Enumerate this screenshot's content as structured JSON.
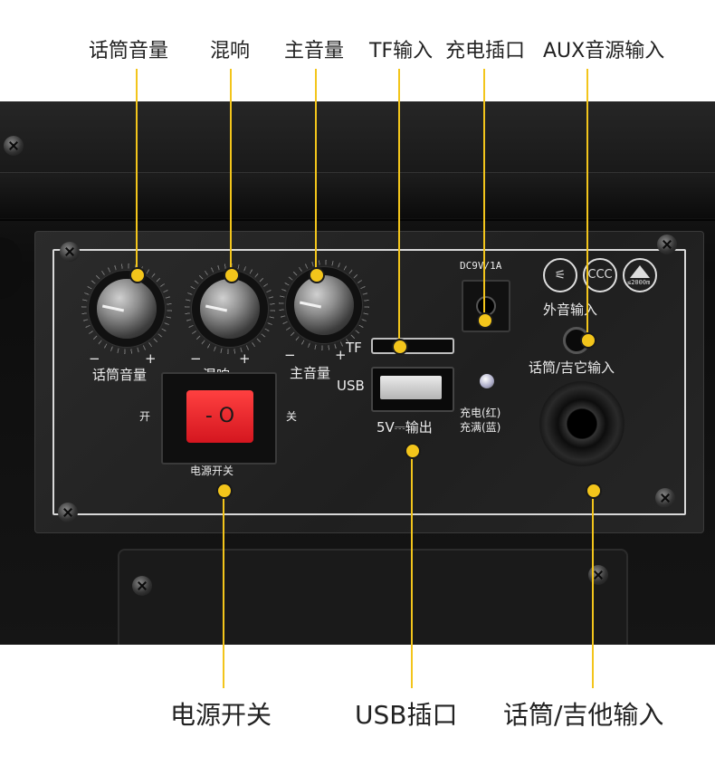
{
  "callouts_top": {
    "mic_volume": "话筒音量",
    "reverb": "混响",
    "master_volume": "主音量",
    "tf_input": "TF输入",
    "charge_port": "充电插口",
    "aux_input": "AUX音源输入"
  },
  "callouts_bottom": {
    "power_switch": "电源开关",
    "usb_port": "USB插口",
    "mic_guitar_input": "话筒/吉他输入"
  },
  "panel_labels": {
    "knob_mic_volume": "话筒音量",
    "knob_reverb": "混响",
    "knob_master_volume": "主音量",
    "minus": "−",
    "plus": "+",
    "tf": "TF",
    "usb": "USB",
    "usb_output": "5V⎓输出",
    "dc_rating": "DC9V/1A",
    "external_input": "外音输入",
    "charge_red": "充电(红)",
    "charge_full_blue": "充满(蓝)",
    "mic_guitar_input": "话筒/吉它输入",
    "switch_on": "开",
    "switch_off": "关",
    "power_switch": "电源开关",
    "switch_symbol": "- O",
    "cert_altitude": "≤2000m"
  },
  "colors": {
    "callout_yellow": "#f3c51b",
    "switch_red": "#e0202a",
    "panel_dark": "#242424"
  }
}
